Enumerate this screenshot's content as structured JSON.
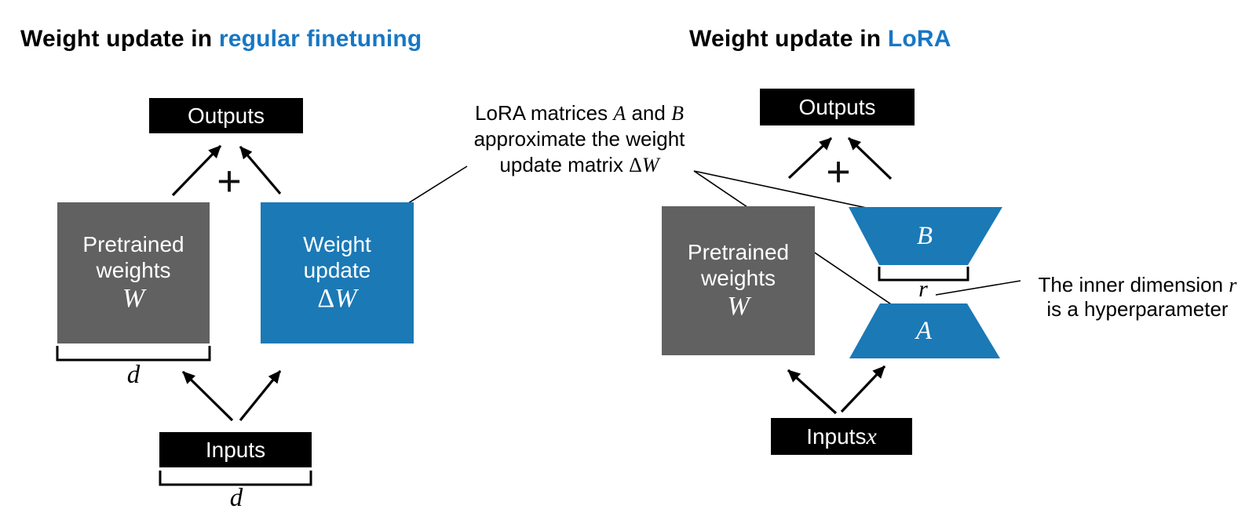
{
  "colors": {
    "title_highlight_blue": "#1777c4",
    "matrix_blue": "#1b79b6",
    "pretrained_gray": "#616161",
    "io_box_black": "#000000"
  },
  "left_panel": {
    "title": {
      "prefix": "Weight update in ",
      "highlight": "regular finetuning"
    },
    "outputs_label": "Outputs",
    "plus": "+",
    "pretrained": {
      "line1": "Pretrained",
      "line2": "weights",
      "symbol": "W"
    },
    "weight_update": {
      "line1": "Weight",
      "line2": "update",
      "symbol_delta": "Δ",
      "symbol_w": "W"
    },
    "dim_under_weights": "d",
    "inputs_label": "Inputs",
    "dim_under_inputs": "d"
  },
  "right_panel": {
    "title": {
      "prefix": "Weight update in ",
      "highlight": "LoRA"
    },
    "outputs_label": "Outputs",
    "plus": "+",
    "pretrained": {
      "line1": "Pretrained",
      "line2": "weights",
      "symbol": "W"
    },
    "matrix_b_label": "B",
    "rank_label": "r",
    "matrix_a_label": "A",
    "inputs": {
      "prefix": "Inputs ",
      "symbol": "x"
    }
  },
  "annotations": {
    "lora_note": {
      "line1_prefix": "LoRA matrices ",
      "line1_sym_a": "A",
      "line1_mid": " and ",
      "line1_sym_b": "B",
      "line2": "approximate the weight",
      "line3_prefix": "update matrix ",
      "line3_delta": "Δ",
      "line3_w": "W"
    },
    "rank_note": {
      "line1_prefix": "The inner dimension ",
      "line1_sym_r": "r",
      "line2": "is a hyperparameter"
    }
  }
}
